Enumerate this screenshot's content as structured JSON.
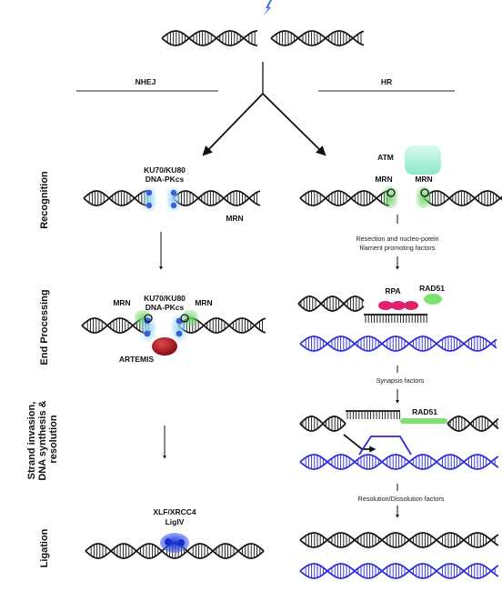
{
  "colors": {
    "dna_black": "#111111",
    "dna_blue": "#2a2ad8",
    "ku_blue": "#3a5de0",
    "halo_blue": "#8fd4f0",
    "mrn_green": "#6fd36a",
    "atm_mint": "#a8f0d6",
    "artemis_red": "#b0161e",
    "rpa_pink": "#e0206a",
    "rad51_green": "#7ee070",
    "lightning": "#3a6cf0"
  },
  "branches": {
    "left": "NHEJ",
    "right": "HR"
  },
  "stages": [
    "Recognition",
    "End Processing",
    "Strand invasion,\nDNA synthesis &\nresolution",
    "Ligation"
  ],
  "nhej": {
    "recognition_label": [
      "KU70/KU80",
      "DNA-PKcs"
    ],
    "recognition_mrn": "MRN",
    "processing_label": [
      "KU70/KU80",
      "DNA-PKcs"
    ],
    "processing_mrn_left": "MRN",
    "processing_mrn_right": "MRN",
    "artemis": "ARTEMIS",
    "ligation_label": [
      "XLF/XRCC4",
      "LigIV"
    ]
  },
  "hr": {
    "atm": "ATM",
    "mrn_left": "MRN",
    "mrn_right": "MRN",
    "factor1": [
      "Resection and nucleo-potein",
      "filament promoting factors"
    ],
    "rpa": "RPA",
    "rad51": "RAD51",
    "factor2": "Synapsis factors",
    "rad51_invasion": "RAD51",
    "factor3": "Resolution/Dissolution factors"
  }
}
